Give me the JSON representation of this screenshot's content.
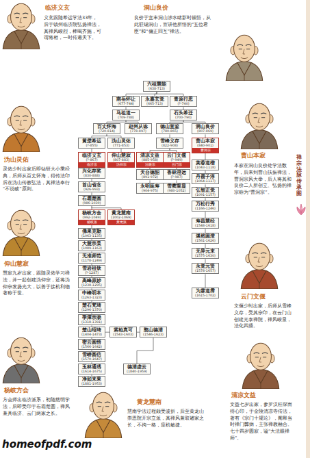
{
  "diagram": {
    "nodes": [
      {
        "text": [
          "六祖慧能",
          "(638-713)"
        ]
      },
      {
        "text": [
          "南岳怀让",
          "(677-744)"
        ]
      },
      {
        "text": [
          "永嘉玄觉",
          "(665-713)"
        ]
      },
      {
        "text": [
          "青原行思",
          "(?-740)"
        ]
      },
      {
        "text": [
          "马祖道一",
          "(709-788)"
        ]
      },
      {
        "text": [
          "石头希迁",
          "(700-790)"
        ]
      },
      {
        "text": [
          "百丈怀海",
          "(720-814)"
        ]
      },
      {
        "text": [
          "赵州从谂",
          "(778-897)"
        ]
      },
      {
        "text": [
          "德山宣鉴",
          "(780-865)"
        ]
      },
      {
        "text": [
          "洞山良价",
          "(807-869)"
        ]
      },
      {
        "text": [
          "黄檗希运",
          "(?-855)"
        ]
      },
      {
        "text": [
          "沩山灵佑",
          "(771-853)"
        ]
      },
      {
        "text": [
          "雪峰义存",
          "(822-908)"
        ]
      },
      {
        "text": [
          "曹山本寂",
          "(840-901)",
          "曹洞宗"
        ]
      },
      {
        "text": [
          "临济义玄",
          "(?-867)",
          "临济宗"
        ]
      },
      {
        "text": [
          "仰山慧寂",
          "(807-883)",
          "沩仰宗"
        ]
      },
      {
        "text": [
          "清凉文益",
          "(885-958)",
          "法眼宗"
        ]
      },
      {
        "text": [
          "云门文偃",
          "(?-949)",
          "云门宗"
        ]
      },
      {
        "text": [
          "芙蓉道楷",
          "(1043-1118)"
        ]
      },
      {
        "text": [
          "兴化存奖",
          "(830-888)"
        ]
      },
      {
        "text": [
          "天台德韶",
          "(891-972)"
        ]
      },
      {
        "text": [
          "香林澄远",
          "(?-987)"
        ]
      },
      {
        "text": [
          "丹霞子淳",
          "(1064-1117)"
        ]
      },
      {
        "text": [
          "首山省念",
          "(926-993)"
        ]
      },
      {
        "text": [
          "永明延寿",
          "(904-975)"
        ]
      },
      {
        "text": [
          "雪窦重显",
          "(980-1052)"
        ]
      },
      {
        "text": [
          "弘智正觉",
          "(1091-1157)"
        ]
      },
      {
        "text": [
          "石霜楚圆",
          "(986-1039)"
        ]
      },
      {
        "text": [
          "万松行秀",
          "(1166-1246)"
        ]
      },
      {
        "text": [
          "杨岐方会",
          "(992-1049)",
          "杨岐派"
        ]
      },
      {
        "text": [
          "黄龙慧南",
          "(1002-1069)",
          "黄龙派"
        ]
      },
      {
        "text": [
          "佛果克勤",
          "(1063-1135)"
        ]
      },
      {
        "text": [
          "寿昌慧经",
          "(1548-1618)"
        ]
      },
      {
        "text": [
          "大慧宗杲",
          "(1089-1163)"
        ]
      },
      {
        "text": [
          "湛然圆澄",
          "(1561-1626)"
        ]
      },
      {
        "text": [
          "无准师范",
          "(1178-1249)"
        ]
      },
      {
        "text": [
          "无异元来",
          "(1575-1630)"
        ]
      },
      {
        "text": [
          "雪岩祖钦",
          "(?-1287)"
        ]
      },
      {
        "text": [
          "永觉元贤",
          "(1578-1657)"
        ]
      },
      {
        "text": [
          "高峰原妙",
          "(1238-1295)"
        ]
      },
      {
        "text": [
          "中峰明本",
          "(1263-1323)"
        ]
      },
      {
        "text": [
          "为霖道霈",
          "(1615-1702)"
        ]
      },
      {
        "text": [
          "楚石梵琦",
          "(1296-1370)"
        ]
      },
      {
        "text": [
          "季潭宗泐",
          "(1318-1391)"
        ]
      },
      {
        "text": [
          "楚山绍琦",
          "(1404-1473)"
        ]
      },
      {
        "text": [
          "紫柏真可",
          "(1543-1603)"
        ]
      },
      {
        "text": [
          "憨山德清",
          "(1546-1623)"
        ]
      },
      {
        "text": [
          "密云圆悟",
          "(1566-1642)"
        ]
      },
      {
        "text": [
          "雪峤圆信",
          "(1570-1647)"
        ]
      },
      {
        "text": [
          "玉林通琇",
          "(1614-1675)"
        ]
      },
      {
        "text": [
          "德清虚云",
          "(1840-1959)"
        ]
      },
      {
        "text": [
          "净如来果",
          "(1881-1953)"
        ]
      }
    ],
    "edges": [
      {
        "from": 0,
        "to": 1,
        "arrow": "none"
      },
      {
        "from": 0,
        "to": 2,
        "arrow": "none"
      },
      {
        "from": 0,
        "to": 3,
        "arrow": "none"
      },
      {
        "from": 1,
        "to": 4,
        "arrow": "none"
      },
      {
        "from": 3,
        "to": 5,
        "arrow": "none"
      },
      {
        "from": 4,
        "to": 6,
        "arrow": "none"
      },
      {
        "from": 4,
        "to": 7,
        "arrow": "none"
      },
      {
        "from": 5,
        "to": 8,
        "arrow": "none"
      },
      {
        "from": 5,
        "to": 9,
        "arrow": "none"
      },
      {
        "from": 6,
        "to": 10,
        "arrow": "none"
      },
      {
        "from": 6,
        "to": 11,
        "arrow": "none"
      },
      {
        "from": 8,
        "to": 12,
        "arrow": "none"
      },
      {
        "from": 9,
        "to": 13,
        "arrow": "none"
      },
      {
        "from": 10,
        "to": 14,
        "arrow": "none"
      },
      {
        "from": 11,
        "to": 15,
        "arrow": "none"
      },
      {
        "from": 12,
        "to": 16,
        "arrow": "none"
      },
      {
        "from": 12,
        "to": 17,
        "arrow": "none"
      },
      {
        "from": 13,
        "to": 18,
        "arrow": "none"
      },
      {
        "from": 14,
        "to": 19,
        "arrow": "none"
      },
      {
        "from": 16,
        "to": 20,
        "arrow": "none"
      },
      {
        "from": 17,
        "to": 21,
        "arrow": "none"
      },
      {
        "from": 18,
        "to": 22,
        "arrow": "none"
      },
      {
        "from": 19,
        "to": 23,
        "arrow": "none"
      },
      {
        "from": 20,
        "to": 24,
        "arrow": "none"
      },
      {
        "from": 21,
        "to": 25,
        "arrow": "none"
      },
      {
        "from": 22,
        "to": 26,
        "arrow": "none"
      },
      {
        "from": 23,
        "to": 27,
        "arrow": "none"
      },
      {
        "from": 26,
        "to": 28,
        "arrow": "none"
      },
      {
        "from": 27,
        "to": 29,
        "arrow": "none"
      },
      {
        "from": 27,
        "to": 30,
        "arrow": "none"
      },
      {
        "from": 29,
        "to": 31,
        "arrow": "none"
      },
      {
        "from": 28,
        "to": 32,
        "arrow": "none"
      },
      {
        "from": 31,
        "to": 33,
        "arrow": "none"
      },
      {
        "from": 32,
        "to": 34,
        "arrow": "none"
      },
      {
        "from": 33,
        "to": 35,
        "arrow": "none"
      },
      {
        "from": 34,
        "to": 36,
        "arrow": "none"
      },
      {
        "from": 35,
        "to": 37,
        "arrow": "none"
      },
      {
        "from": 36,
        "to": 38,
        "arrow": "none"
      },
      {
        "from": 37,
        "to": 39,
        "arrow": "none"
      },
      {
        "from": 39,
        "to": 40,
        "arrow": "none"
      },
      {
        "from": 38,
        "to": 41,
        "arrow": "none"
      },
      {
        "from": 40,
        "to": 42,
        "arrow": "none"
      },
      {
        "from": 42,
        "to": 43,
        "arrow": "none"
      },
      {
        "from": 43,
        "to": 44,
        "arrow": "none"
      },
      {
        "from": 44,
        "to": 45,
        "arrow": "none"
      },
      {
        "from": 45,
        "to": 46,
        "arrow": "none"
      },
      {
        "from": 44,
        "to": 47,
        "arrow": "none"
      },
      {
        "from": 47,
        "to": 48,
        "arrow": "none"
      },
      {
        "from": 48,
        "to": 49,
        "arrow": "none"
      },
      {
        "from": 46,
        "to": 50,
        "arrow": "none"
      },
      {
        "from": 49,
        "to": 51,
        "arrow": "none"
      }
    ],
    "labels": [
      "临济义玄",
      "义玄跟随希运学法33年，后于镇州临济院弘扬禅法，其禅风峻烈，棒喝齐施，可谓将相，一时传遍天下。",
      "洞山良价",
      "良价于宜丰洞山涉水睹影时顿悟，从此驻锡洞山，宣讲他所悟的“五位君臣”和“偏正回互”禅法。",
      "沩山灵佑",
      "灵佑少时出家后即钻研大小乘经典，后师从百丈怀海，得传法印后在沩山传教弘法，其禅法奉行“不说破”原则。",
      "曹山本寂",
      "本寂在洞山良价处学法数年，后来到曹山扶振禅法，曹洞宗风大举，后人将其和良价二人所创立、弘扬的禅宗称为“曹洞宗”。",
      "仰山慧寂",
      "慧寂九岁出家，跟随灵佑学习禅法，并一起创建沩仰宗，还将沩仰宗发扬光大，以善于接机利物著称于世。",
      "云门文偃",
      "文偃少时出家，后师从雪峰义存，受其宗印，在云门山创建光泰禅院，禅风峻显，法化四播。",
      "杨岐方会",
      "方会师出临济派系，初随慈明学法，后即受印于石霜楚圆，禅风兼具临济、云门两家之长。",
      "黄龙慧南",
      "慧南学法过程颇受波折，后至黄龙山崇恩院开宗立派，其禅风兼取诸家之长，不拘一格，应机敏捷。",
      "清凉文益",
      "文益七岁出家，参罗汉桂琛而得心印，于金陵清凉寺传法，著有《宗门十规论》，阐释当时禅门弊病，主张禅教融合。七十四岁圆寂，谥“大法眼禅师”。",
      "禅宗法脉传承图",
      "homeofpdf.com"
    ]
  }
}
